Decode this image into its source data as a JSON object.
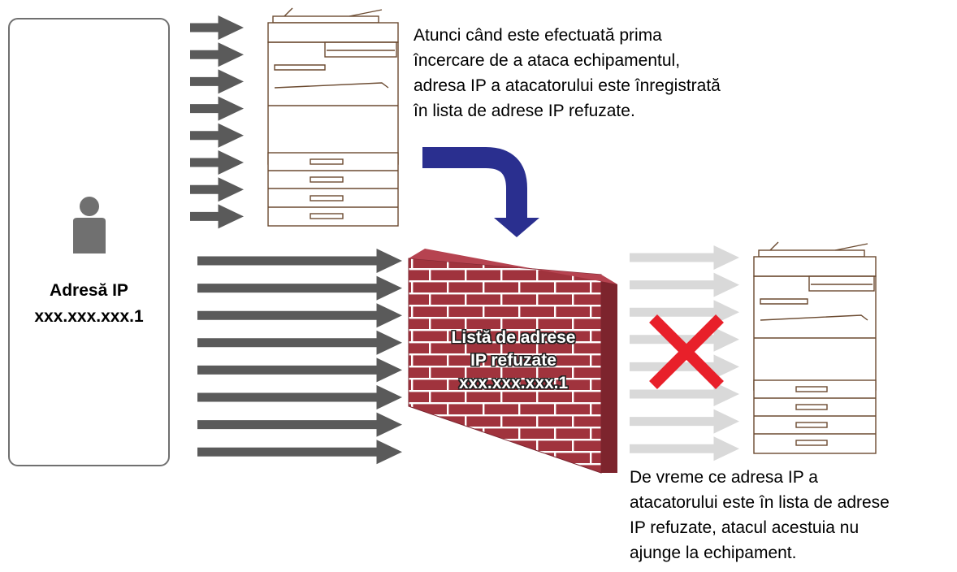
{
  "attacker": {
    "label_line1": "Adresă IP",
    "label_line2": "xxx.xxx.xxx.1",
    "icon": "person-icon"
  },
  "caption_top": {
    "line1": "Atunci când este efectuată prima",
    "line2": "încercare de a ataca echipamentul,",
    "line3": "adresa IP a atacatorului este înregistrată",
    "line4": "în lista de adrese IP refuzate."
  },
  "wall": {
    "line1": "Listă de adrese",
    "line2": "IP refuzate",
    "line3": "xxx.xxx.xxx.1"
  },
  "caption_bottom": {
    "line1": "De vreme ce adresa IP a",
    "line2": "atacatorului este în lista de adrese",
    "line3": "IP refuzate, atacul acestuia nu",
    "line4": "ajunge la echipament."
  },
  "colors": {
    "attack_arrow": "#5a5a5a",
    "blocked_arrow": "#d9d9d9",
    "flow_arrow": "#2a2f8f",
    "brick": "#a0333d",
    "mortar": "#ffffff",
    "cross": "#e8202a",
    "device_outline": "#6b4a30",
    "person": "#707070"
  },
  "icons": {
    "top_device": "printer-icon",
    "bottom_device": "printer-icon",
    "block": "cross-icon",
    "flow": "curved-arrow-icon"
  }
}
